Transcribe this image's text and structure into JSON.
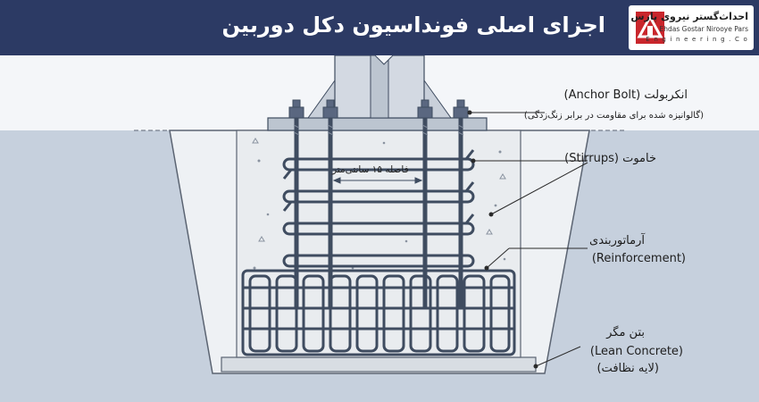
{
  "header": {
    "title": "اجزای اصلی فونداسیون دکل دوربین",
    "logo": {
      "fa": "احداث‌گستر نیروی پارس",
      "en_line1": "Ehdas Gostar Nirooye Pars",
      "en_line2": "E n g i n e e r i n g . C o"
    }
  },
  "labels": {
    "anchor_bolt": "انکربولت (Anchor Bolt)",
    "anchor_bolt_note": "(گالوانیزه شده برای مقاومت در برابر زنگ‌زدگی)",
    "stirrups": "خاموت (Stirrups)",
    "spacing": "فاصله ۱۵ سانتی‌متر",
    "reinforcement_fa": "آرماتوربندی",
    "reinforcement_en": "(Reinforcement)",
    "lean_concrete_fa": "بتن مگر",
    "lean_concrete_en": "(Lean Concrete)",
    "lean_concrete_note": "(لایه نظافت)"
  },
  "colors": {
    "header_bg": "#2c3a64",
    "background": "#dfe6f0",
    "concrete": "#e9ecef",
    "steel": "#3f4c60",
    "logo_red": "#c9262c"
  }
}
